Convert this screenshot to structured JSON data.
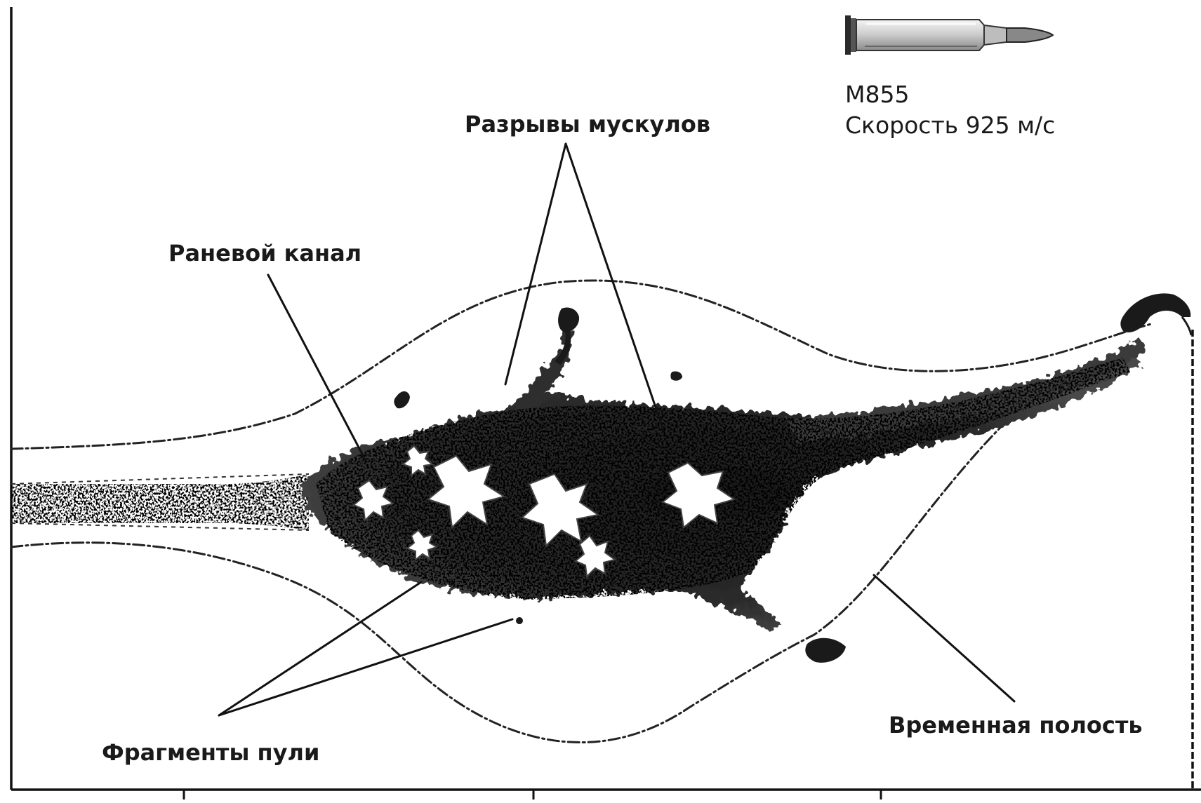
{
  "cartridge": {
    "name": "M855",
    "velocity": "Скорость 925 м/с"
  },
  "labels": {
    "muscle_tears": "Разрывы мускулов",
    "wound_channel": "Раневой канал",
    "bullet_fragments": "Фрагменты пули",
    "temporary_cavity": "Временная полость"
  }
}
